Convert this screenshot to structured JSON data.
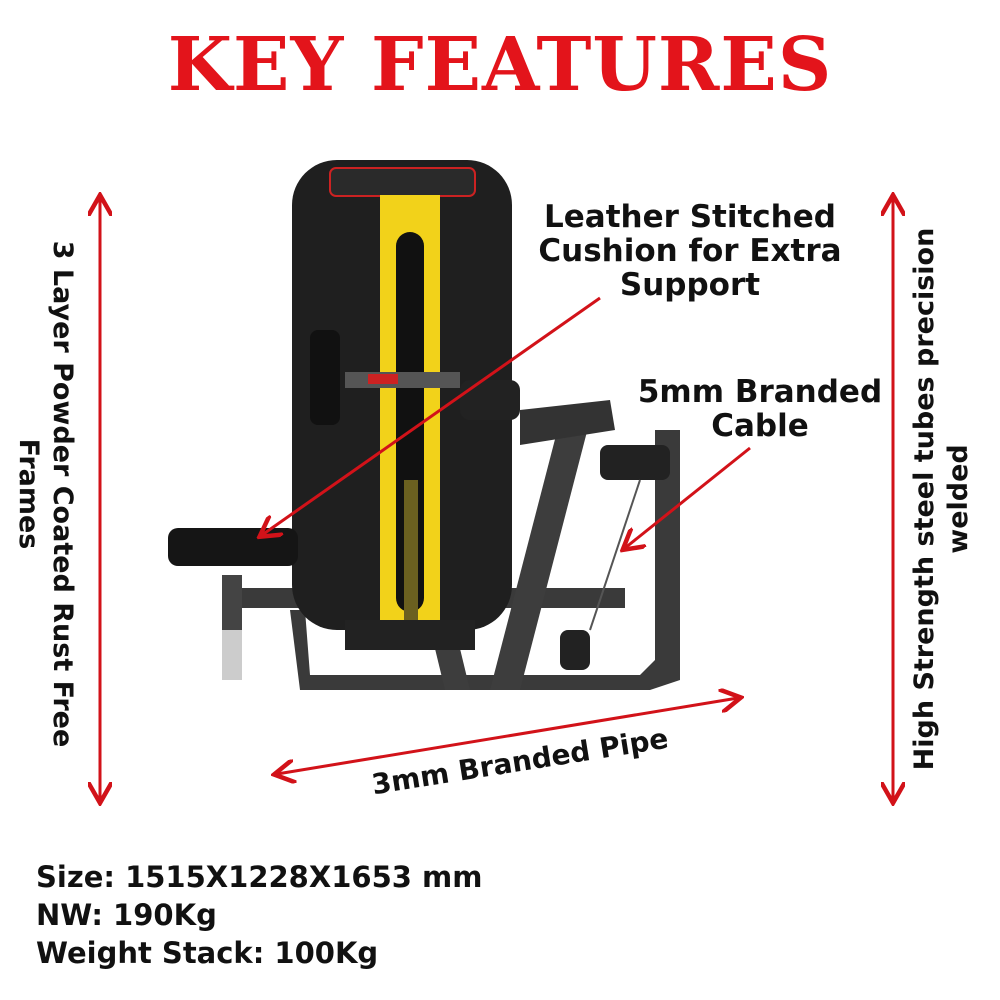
{
  "title": "KEY FEATURES",
  "annotations": {
    "cushion": [
      "Leather Stitched",
      "Cushion for Extra",
      "Support"
    ],
    "cable": [
      "5mm Branded",
      "Cable"
    ],
    "pipe": "3mm Branded Pipe",
    "left": [
      "3 Layer Powder Coated Rust Free",
      "Frames"
    ],
    "right": [
      "High Strength steel tubes precision",
      "welded"
    ]
  },
  "specs": {
    "size": "Size: 1515X1228X1653 mm",
    "nw": "NW: 190Kg",
    "stack": "Weight Stack: 100Kg"
  },
  "colors": {
    "accent": "#e3141b",
    "frame": "#2b2b2b",
    "pad": "#f2d21a"
  }
}
